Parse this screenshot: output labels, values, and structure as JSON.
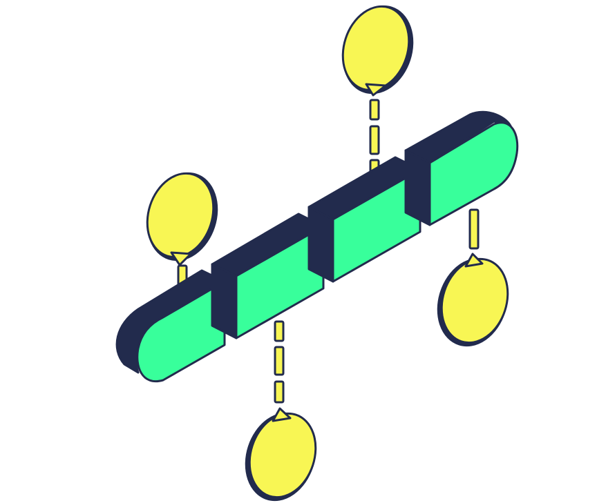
{
  "colors": {
    "outline": "#222b4d",
    "dark_face": "#222b4d",
    "segment_front": "#38ff9b",
    "segment_edge": "#2fe08a",
    "bubble": "#f8f654",
    "background": "#ffffff"
  },
  "diagram": {
    "kind": "isometric-timeline",
    "segment_count": 4,
    "bubble_count": 4,
    "bubbles": [
      {
        "position": "top",
        "attached_to": "segment-3",
        "connector": "dashed"
      },
      {
        "position": "upper-left",
        "attached_to": "segment-1",
        "connector": "solid"
      },
      {
        "position": "lower-center",
        "attached_to": "segment-2",
        "connector": "dashed"
      },
      {
        "position": "lower-right",
        "attached_to": "segment-4",
        "connector": "solid"
      }
    ]
  }
}
